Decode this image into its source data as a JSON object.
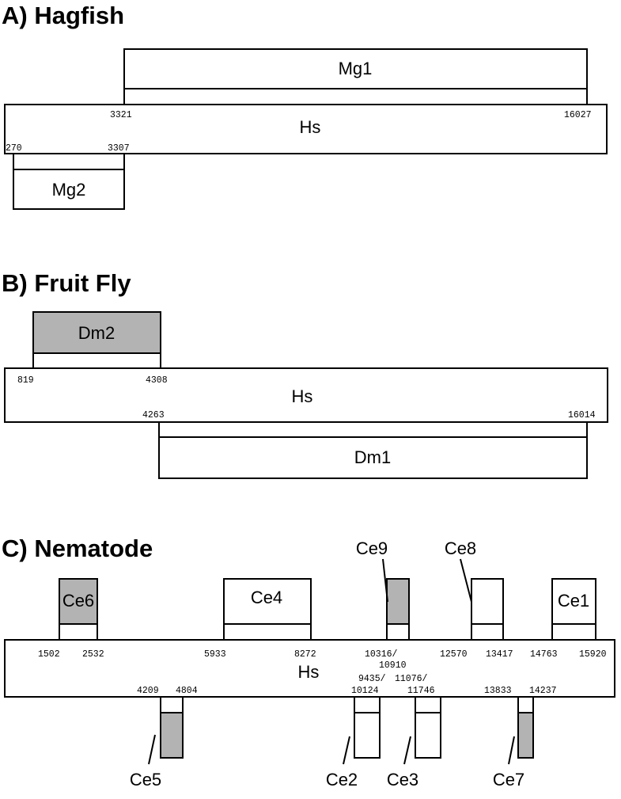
{
  "colors": {
    "shaded": "#b3b3b3",
    "outline": "#000000",
    "background": "#ffffff"
  },
  "panels": {
    "a": {
      "title": "A) Hagfish",
      "hs_label": "Hs",
      "boxes": {
        "mg1": "Mg1",
        "mg2": "Mg2"
      },
      "coords": {
        "c3321": "3321",
        "c16027": "16027",
        "c270": "270",
        "c3307": "3307"
      }
    },
    "b": {
      "title": "B) Fruit Fly",
      "hs_label": "Hs",
      "boxes": {
        "dm2": "Dm2",
        "dm1": "Dm1"
      },
      "coords": {
        "c819": "819",
        "c4308": "4308",
        "c4263": "4263",
        "c16014": "16014"
      }
    },
    "c": {
      "title": "C) Nematode",
      "hs_label": "Hs",
      "boxes": {
        "ce6": "Ce6",
        "ce4": "Ce4",
        "ce9": "Ce9",
        "ce8": "Ce8",
        "ce1": "Ce1",
        "ce5": "Ce5",
        "ce2": "Ce2",
        "ce3": "Ce3",
        "ce7": "Ce7"
      },
      "coords": {
        "c1502": "1502",
        "c2532": "2532",
        "c5933": "5933",
        "c8272": "8272",
        "c10316": "10316/",
        "c10910": "10910",
        "c12570": "12570",
        "c13417": "13417",
        "c14763": "14763",
        "c15920": "15920",
        "c4209": "4209",
        "c4804": "4804",
        "c9435": "9435/",
        "c10124": "10124",
        "c11076": "11076/",
        "c11746": "11746",
        "c13833": "13833",
        "c14237": "14237"
      }
    }
  }
}
